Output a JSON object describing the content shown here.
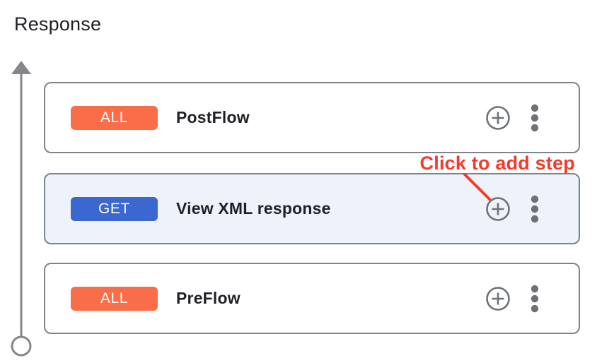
{
  "page": {
    "title": "Response"
  },
  "flow": {
    "cards": [
      {
        "method": "ALL",
        "name": "PostFlow",
        "badge_color": "#f96d48",
        "highlighted": false
      },
      {
        "method": "GET",
        "name": "View XML response",
        "badge_color": "#3b67d1",
        "highlighted": true
      },
      {
        "method": "ALL",
        "name": "PreFlow",
        "badge_color": "#f96d48",
        "highlighted": false
      }
    ]
  },
  "annotation": {
    "label": "Click to add step"
  },
  "icons": {
    "add_step": "plus-circle-icon",
    "more_options": "kebab-vertical-icon",
    "direction": "up-arrow-rail-icon"
  },
  "colors": {
    "annotation-red": "#f23b2c",
    "card-border": "#7f848a",
    "card-highlight-bg": "#edf2fb",
    "icon-gray": "#6e7276",
    "rail-gray": "#848689",
    "text-dark": "#1f2125",
    "badge-all": "#f96d48",
    "badge-get": "#3b67d1"
  }
}
